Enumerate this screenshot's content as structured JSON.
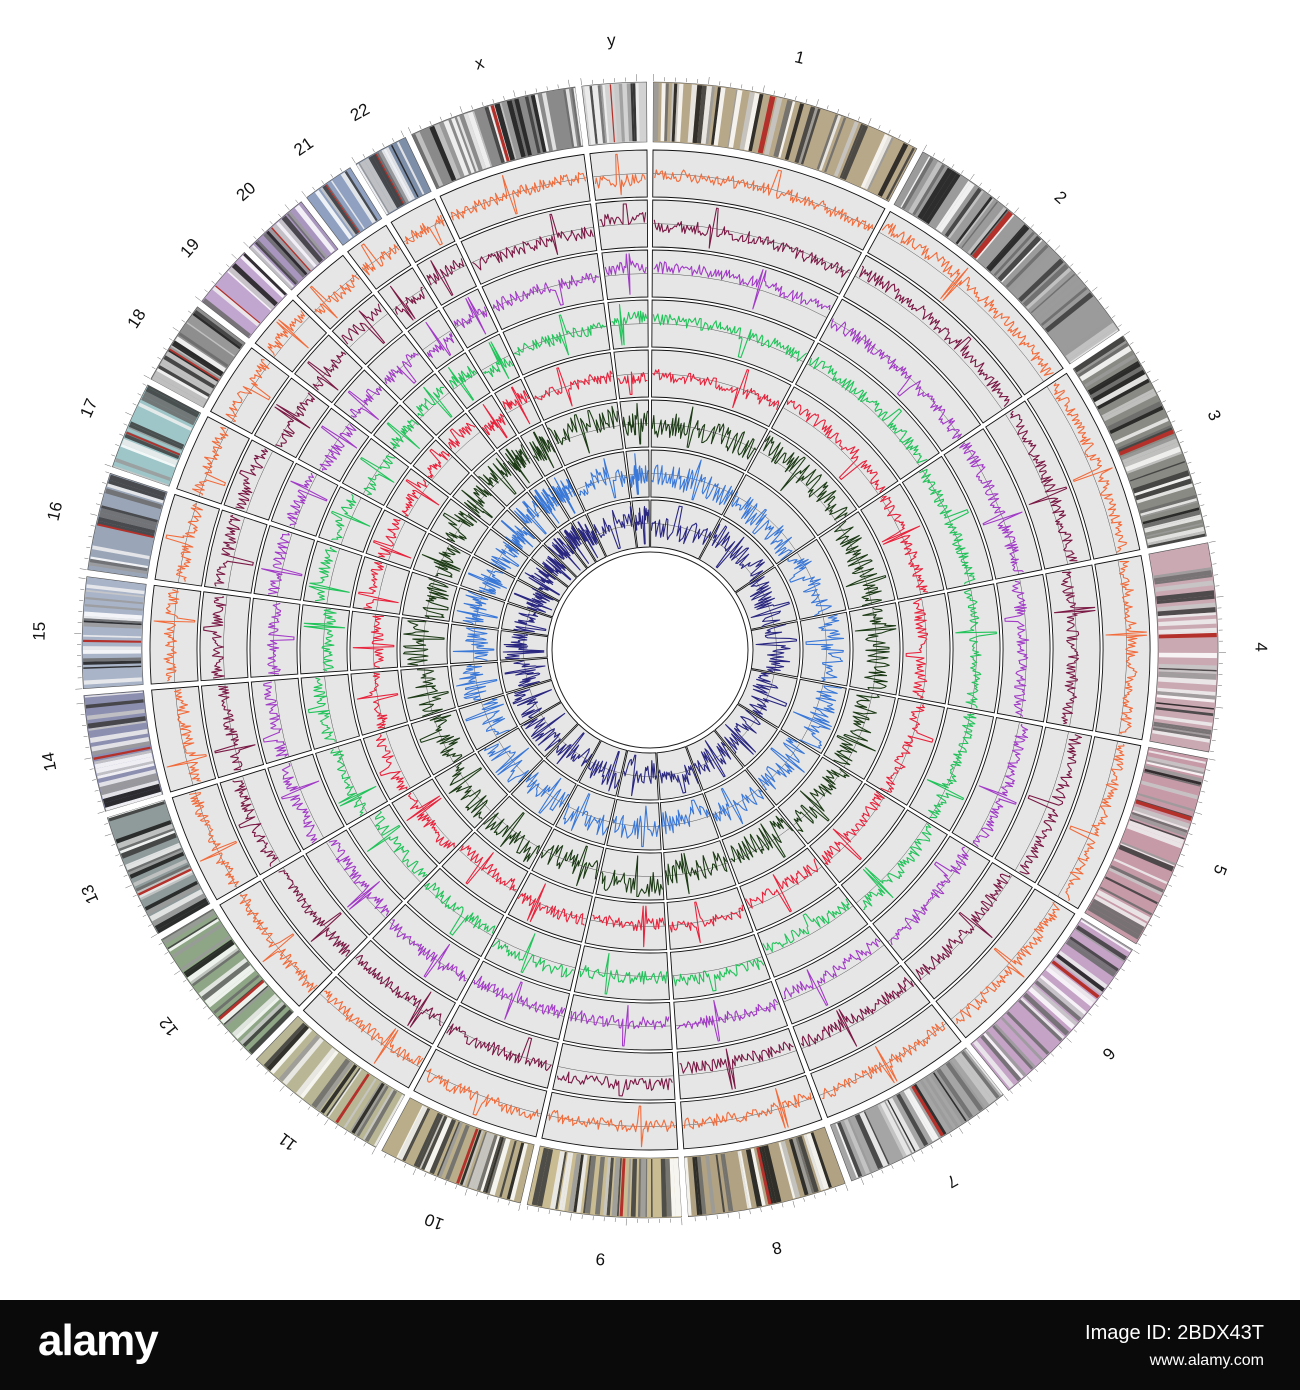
{
  "diagram": {
    "type": "circos-genome-plot",
    "chromosomes": [
      {
        "label": "1",
        "length": 249,
        "color": "#b8a88a"
      },
      {
        "label": "2",
        "length": 243,
        "color": "#9b9b9b"
      },
      {
        "label": "3",
        "length": 198,
        "color": "#8a8a84"
      },
      {
        "label": "4",
        "length": 191,
        "color": "#caa9b3"
      },
      {
        "label": "5",
        "length": 181,
        "color": "#c79aa8"
      },
      {
        "label": "6",
        "length": 171,
        "color": "#c4a3c7"
      },
      {
        "label": "7",
        "length": 159,
        "color": "#a5a5a5"
      },
      {
        "label": "8",
        "length": 146,
        "color": "#b0a282"
      },
      {
        "label": "9",
        "length": 141,
        "color": "#c9bb92"
      },
      {
        "label": "10",
        "length": 135,
        "color": "#b9ad8a"
      },
      {
        "label": "11",
        "length": 135,
        "color": "#b8b694"
      },
      {
        "label": "12",
        "length": 133,
        "color": "#8ea685"
      },
      {
        "label": "13",
        "length": 115,
        "color": "#8f9a9a"
      },
      {
        "label": "14",
        "length": 107,
        "color": "#8d8fb0"
      },
      {
        "label": "15",
        "length": 102,
        "color": "#a9b4c8"
      },
      {
        "label": "16",
        "length": 90,
        "color": "#9aa6b8"
      },
      {
        "label": "17",
        "length": 81,
        "color": "#9ec5c8"
      },
      {
        "label": "18",
        "length": 78,
        "color": "#8e8e8e"
      },
      {
        "label": "19",
        "length": 59,
        "color": "#c1a6cf"
      },
      {
        "label": "20",
        "length": 63,
        "color": "#a996bf"
      },
      {
        "label": "21",
        "length": 48,
        "color": "#8fa0c0"
      },
      {
        "label": "22",
        "length": 51,
        "color": "#7d8ea8"
      },
      {
        "label": "x",
        "length": 155,
        "color": "#8a8a8a"
      },
      {
        "label": "y",
        "length": 59,
        "color": "#d2d2d2"
      }
    ],
    "tracks": [
      {
        "color": "#f26b3a"
      },
      {
        "color": "#7a1a45"
      },
      {
        "color": "#a23bc7"
      },
      {
        "color": "#22c35a"
      },
      {
        "color": "#e8233c"
      },
      {
        "color": "#1d3b16"
      },
      {
        "color": "#3a78d8"
      },
      {
        "color": "#2a2780"
      }
    ],
    "track_background": "#e6e6e6",
    "band_colors": [
      "#1a1a1a",
      "#3a3a3a",
      "#6a6a6a",
      "#9a9a9a",
      "#c8c8c8",
      "#f0f0f0",
      "#ffffff"
    ],
    "centromere_color": "#b3312a"
  },
  "footer": {
    "logo": "alamy",
    "image_id": "Image ID: 2BDX43T",
    "url": "www.alamy.com"
  }
}
